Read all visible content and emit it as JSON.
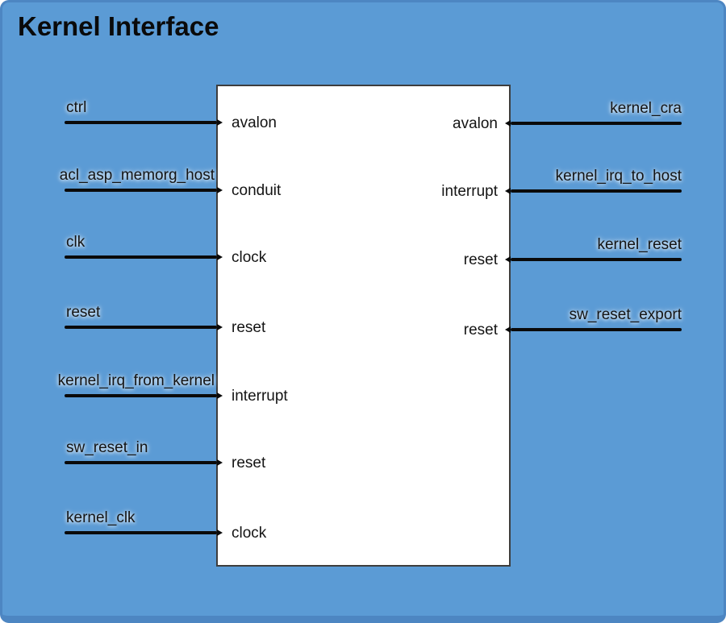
{
  "title": "Kernel Interface",
  "block": {
    "ports_left": [
      {
        "signal": "ctrl",
        "type": "avalon"
      },
      {
        "signal": "acl_asp_memorg_host",
        "type": "conduit"
      },
      {
        "signal": "clk",
        "type": "clock"
      },
      {
        "signal": "reset",
        "type": "reset"
      },
      {
        "signal": "kernel_irq_from_kernel",
        "type": "interrupt"
      },
      {
        "signal": "sw_reset_in",
        "type": "reset"
      },
      {
        "signal": "kernel_clk",
        "type": "clock"
      }
    ],
    "ports_right": [
      {
        "signal": "kernel_cra",
        "type": "avalon"
      },
      {
        "signal": "kernel_irq_to_host",
        "type": "interrupt"
      },
      {
        "signal": "kernel_reset",
        "type": "reset"
      },
      {
        "signal": "sw_reset_export",
        "type": "reset"
      }
    ]
  },
  "colors": {
    "panel_background": "#5b9bd5",
    "panel_border": "#4d86c2",
    "block_background": "#ffffff",
    "block_border": "#3d3d3d",
    "wire": "#0a0a0a",
    "text": "#141414"
  }
}
